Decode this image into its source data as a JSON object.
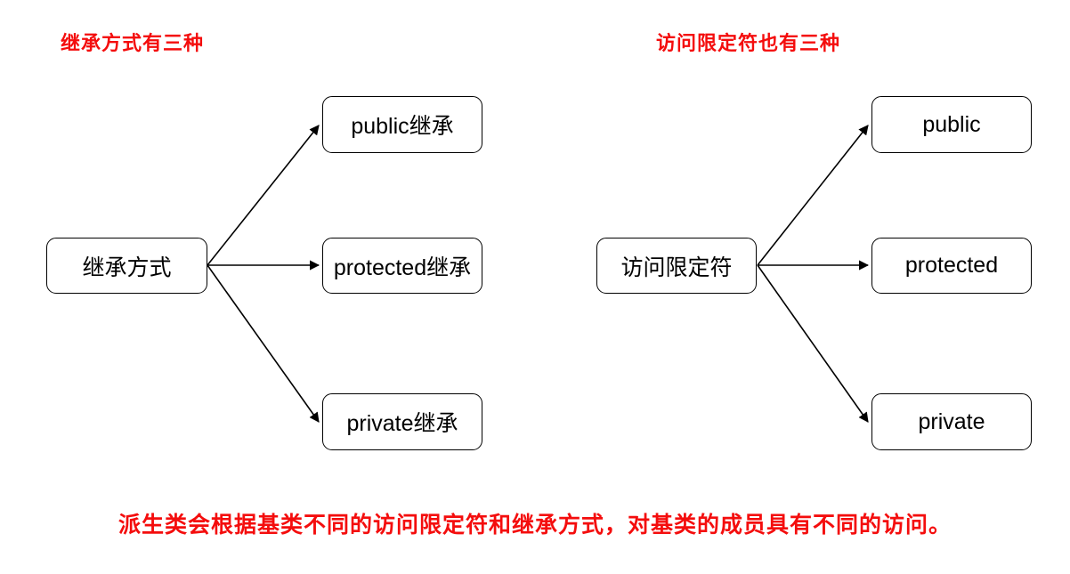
{
  "page": {
    "background_color": "#ffffff",
    "accent_color": "#f40d0d",
    "line_color": "#000000"
  },
  "titles": {
    "left": "继承方式有三种",
    "right": "访问限定符也有三种"
  },
  "left_tree": {
    "root": "继承方式",
    "children": [
      "public继承",
      "protected继承",
      "private继承"
    ]
  },
  "right_tree": {
    "root": "访问限定符",
    "children": [
      "public",
      "protected",
      "private"
    ]
  },
  "caption": "派生类会根据基类不同的访问限定符和继承方式，对基类的成员具有不同的访问。"
}
